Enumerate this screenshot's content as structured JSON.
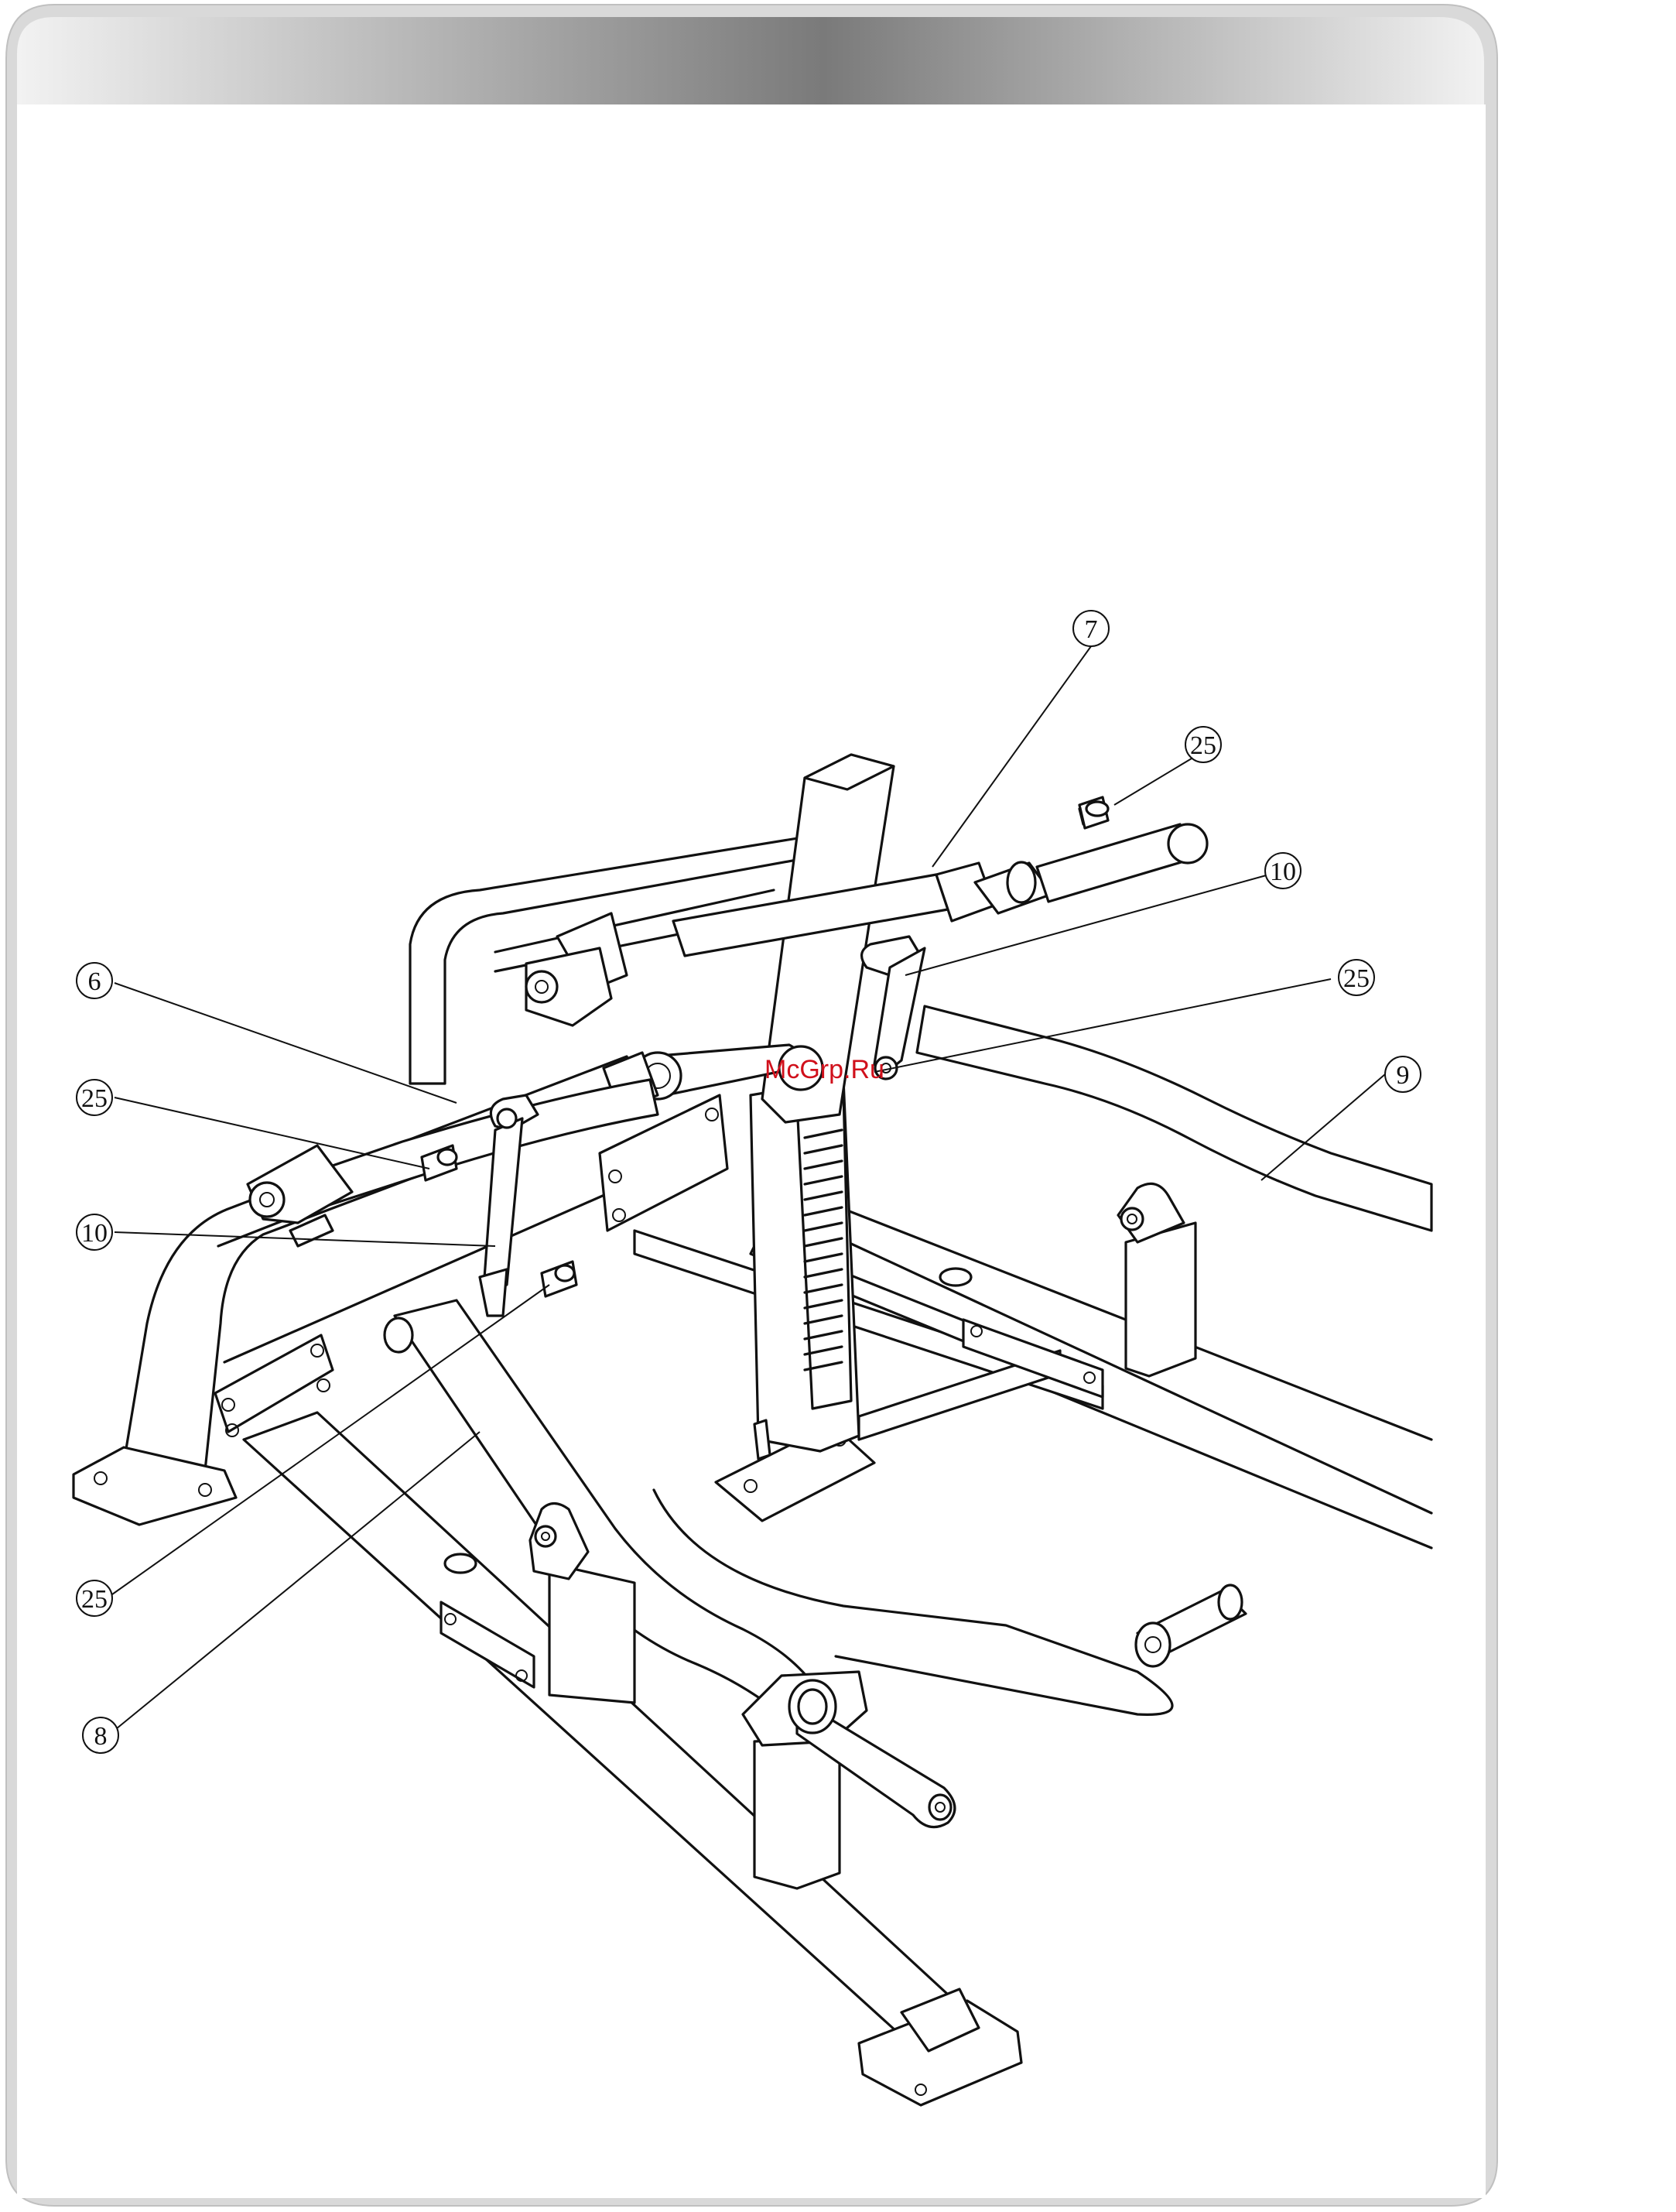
{
  "callouts": [
    {
      "id": "c7",
      "label": "7"
    },
    {
      "id": "c25a",
      "label": "25"
    },
    {
      "id": "c10a",
      "label": "10"
    },
    {
      "id": "c25b",
      "label": "25"
    },
    {
      "id": "c6",
      "label": "6"
    },
    {
      "id": "c9",
      "label": "9"
    },
    {
      "id": "c25c",
      "label": "25"
    },
    {
      "id": "c10b",
      "label": "10"
    },
    {
      "id": "c25d",
      "label": "25"
    },
    {
      "id": "c8",
      "label": "8"
    }
  ],
  "watermark": "McGrp.Ru",
  "colors": {
    "frame": "#c8c8c8",
    "header_dark": "#7a7a7a",
    "line": "#111111",
    "watermark": "#d0101b"
  }
}
